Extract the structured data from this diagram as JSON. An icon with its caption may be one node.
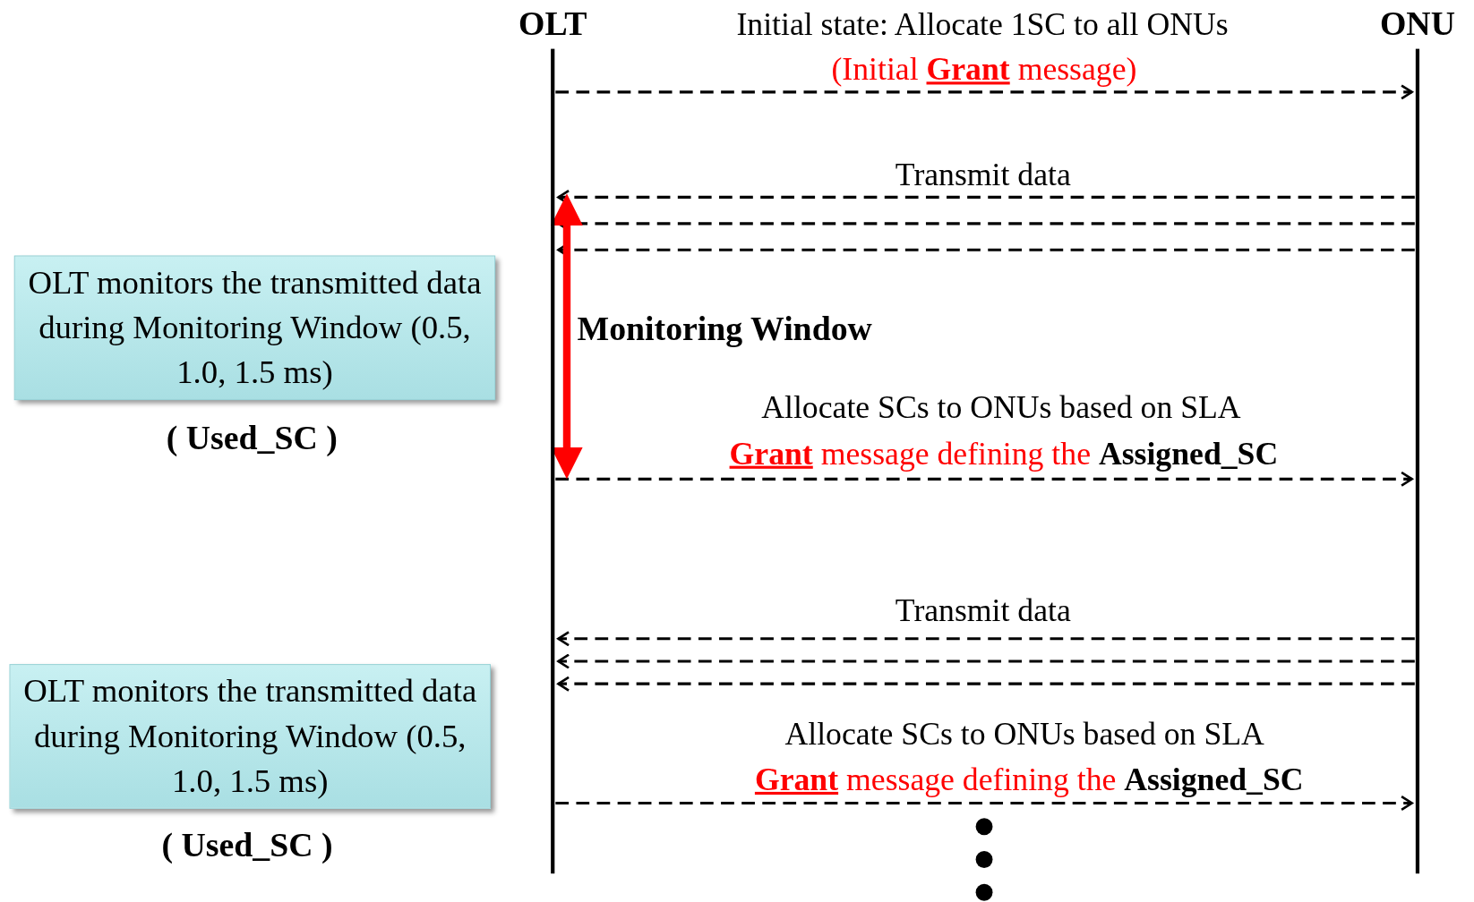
{
  "diagram": {
    "nodes": [
      {
        "text": [
          "OLT"
        ]
      },
      {
        "text": [
          "ONU"
        ]
      },
      {
        "text": [
          "OLT monitors the transmitted data during Monitoring Window  (0.5, 1.0, 1.5 ms)"
        ]
      },
      {
        "text": [
          "OLT monitors the transmitted data during Monitoring Window  (0.5, 1.0, 1.5 ms)"
        ]
      }
    ],
    "edges": [
      {
        "from": 0,
        "to": 1,
        "arrow": "to",
        "style": "dashed",
        "label": "Initial state: Allocate 1SC to all ONUs"
      },
      {
        "from": 1,
        "to": 0,
        "arrow": "to",
        "style": "dashed",
        "label": "Transmit data"
      },
      {
        "from": 1,
        "to": 0,
        "arrow": "to",
        "style": "dashed"
      },
      {
        "from": 1,
        "to": 0,
        "arrow": "to",
        "style": "dashed"
      },
      {
        "from": 0,
        "to": 1,
        "arrow": "to",
        "style": "dashed",
        "label": "Allocate SCs to ONUs based on SLA"
      },
      {
        "from": 1,
        "to": 0,
        "arrow": "to",
        "style": "dashed",
        "label": "Transmit data"
      },
      {
        "from": 1,
        "to": 0,
        "arrow": "to",
        "style": "dashed"
      },
      {
        "from": 1,
        "to": 0,
        "arrow": "to",
        "style": "dashed"
      },
      {
        "from": 0,
        "to": 1,
        "arrow": "to",
        "style": "dashed",
        "label": "Allocate SCs to ONUs based on SLA"
      }
    ],
    "labels": [
      "(Initial **Grant** message)",
      "Monitoring Window",
      "( Used_SC )",
      "**Grant** message defining  the **Assigned_SC**",
      "**Grant** message defining  the **Assigned_SC**",
      "( Used_SC )"
    ]
  }
}
